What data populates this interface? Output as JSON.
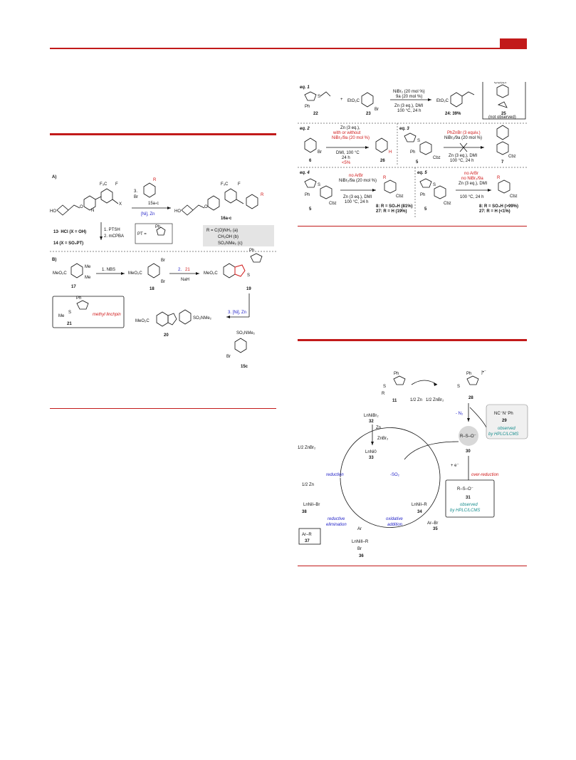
{
  "colors": {
    "accent": "#c21a1a",
    "red": "#d01818",
    "blue": "#2323c8",
    "teal": "#148c8c"
  },
  "left": {
    "panel_a": {
      "label": "A)",
      "reagent_step": "3.",
      "reagent_name": "15a-c",
      "reagent_R": "R",
      "catalyst": "[Ni], Zn",
      "product": "16a-c",
      "start_hcl": "13· HCl (X = OH)",
      "start_pt": "14 (X = SO₂PT)",
      "step1": "1. PTSH",
      "step2": "2. mCPBA",
      "pt_def": "PT =",
      "R_lines": [
        "R = C(O)NH₂ (a)",
        "CH₂OH (b)",
        "SO₂NMe₂ (c)"
      ]
    },
    "panel_b": {
      "label": "B)",
      "cmpd17": "17",
      "nbs": "1. NBS",
      "cmpd18": "18",
      "step2": "2.",
      "step2_cmpd": "21",
      "base": "NaH",
      "cmpd19": "19",
      "step3": "3. [Ni], Zn",
      "cmpd20": "20",
      "cmpd15c": "15c",
      "cmpd21": "21",
      "linchpin": "methyl linchpin"
    }
  },
  "right": {
    "eq1": {
      "label": "eq. 1",
      "c22": "22",
      "c23": "23",
      "cond1": "NiBr₂ (20 mol %)",
      "cond2": "9a (20 mol %)",
      "cond3": "Zn (3 eq.), DMI",
      "cond4": "100 °C, 24 h",
      "product": "24: 39%",
      "c25": "25",
      "not_obs": "(not observed)"
    },
    "eq2": {
      "label": "eq. 2",
      "cond1": "Zn (3 eq.),",
      "cond2": "with or without",
      "cond3": "NiBr₂/9a (20 mol %)",
      "cond4": "DMI, 100 °C",
      "cond5": "24 h",
      "yield": "<5%",
      "c6": "6",
      "c26": "26"
    },
    "eq3": {
      "label": "eq. 3",
      "cond1": "PhZnBr (3 equiv.)",
      "cond2": "NiBr₂/9a (20 mol %)",
      "cond3": "Zn (3 eq.), DMI",
      "cond4": "100 °C, 24 h",
      "c5": "5",
      "c7": "7"
    },
    "eq4": {
      "label": "eq. 4",
      "cond1": "no ArBr",
      "cond2": "NiBr₂/9a (20 mol %)",
      "cond3": "Zn (3 eq.), DMI",
      "cond4": "100 °C, 24 h",
      "c5": "5",
      "r8": "8: R = SO₂H (81%)",
      "r27": "27: R = H (19%)"
    },
    "eq5": {
      "label": "eq. 5",
      "cond1": "no ArBr",
      "cond2": "no NiBr₂/9a",
      "cond3": "Zn (3 eq.), DMI",
      "cond4": "100 °C, 24 h",
      "c5": "5",
      "r8": "8: R = SO₂H (>99%)",
      "r27": "27: R = H (<1%)"
    },
    "mech": {
      "c11": "11",
      "zn_half": "1/2 Zn",
      "znbr_half": "1/2 ZnBr₂",
      "c28": "28",
      "minus_n2": "- N₂",
      "c29": "29",
      "obs1": "observed",
      "obs1b": "by HPLC/LCMS",
      "c32": "32",
      "nibr2": "LnNiBr₂",
      "zn": "Zn",
      "znbr2": "ZnBr₂",
      "c30": "30",
      "plus_e": "+ e⁻",
      "over_red": "over-reduction",
      "c33": "33",
      "ni0": "LnNi0",
      "minus_so2": "-SO₂",
      "reduction": "reduction",
      "half_znbr2": "1/2 ZnBr₂",
      "half_zn": "1/2 Zn",
      "c38": "38",
      "c34": "34",
      "c31": "31",
      "obs2": "observed",
      "obs2b": "by HPLC/LCMS",
      "red_elim1": "reductive",
      "red_elim2": "elimination",
      "ox_add1": "oxidative",
      "ox_add2": "addition",
      "arbr": "Ar–Br",
      "c35": "35",
      "arr": "Ar–R",
      "c37": "37",
      "c36": "36"
    }
  }
}
